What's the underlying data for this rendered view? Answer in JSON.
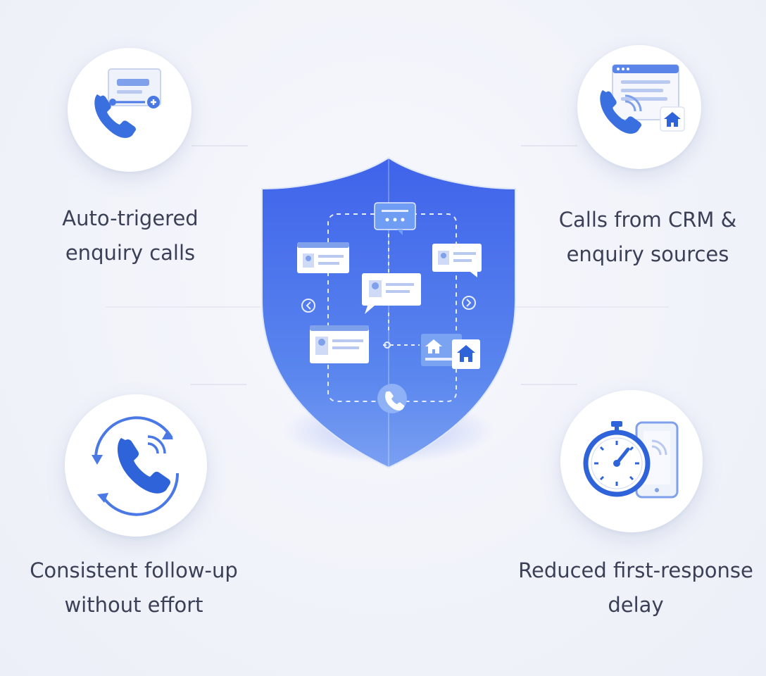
{
  "features": [
    {
      "id": "auto",
      "line1": "Auto-trigered",
      "line2": "enquiry calls",
      "icon": "phone-flow-icon"
    },
    {
      "id": "crm",
      "line1": "Calls from CRM &",
      "line2": "enquiry sources",
      "icon": "crm-phone-icon"
    },
    {
      "id": "follow",
      "line1": "Consistent follow-up",
      "line2": "without effort",
      "icon": "phone-cycle-icon"
    },
    {
      "id": "delay",
      "line1": "Reduced first-response",
      "line2": "delay",
      "icon": "stopwatch-phone-icon"
    }
  ],
  "center_icon": "shield-workflow-icon",
  "colors": {
    "accent": "#3a6fe0",
    "accent_dark": "#2750c9",
    "shield_top": "#3f63ea",
    "shield_bottom": "#6f97ef",
    "text": "#3b4056"
  }
}
